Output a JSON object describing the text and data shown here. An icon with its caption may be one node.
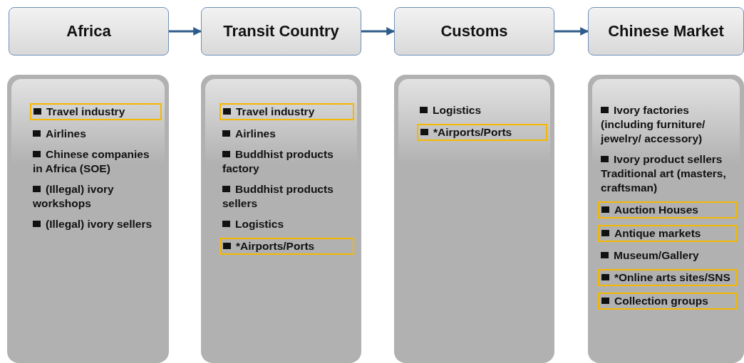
{
  "diagram": {
    "nodes": [
      {
        "text": [
          "Africa"
        ]
      },
      {
        "text": [
          "Transit Country"
        ]
      },
      {
        "text": [
          "Customs"
        ]
      },
      {
        "text": [
          "Chinese Market"
        ]
      },
      {
        "text": [
          "Airlines",
          "Chinese companies in Africa (SOE)",
          "(Illegal) ivory workshops",
          "(Illegal) ivory sellers"
        ]
      },
      {
        "text": [
          "Airlines",
          "Buddhist products factory",
          "Buddhist products sellers",
          "Logistics"
        ]
      },
      {
        "text": [
          "Logistics"
        ]
      },
      {
        "text": [
          "Ivory factories (including furniture/ jewelry/ accessory)",
          "Ivory product sellers Traditional art (masters, craftsman)",
          "Museum/Gallery"
        ]
      },
      {
        "text": [
          "Travel industry"
        ],
        "in": 4
      },
      {
        "text": [
          "Travel industry"
        ],
        "in": 5
      },
      {
        "text": [
          "*Airports/Ports"
        ],
        "in": 5
      },
      {
        "text": [
          "*Airports/Ports"
        ],
        "in": 6
      },
      {
        "text": [
          "Auction Houses"
        ],
        "in": 7
      },
      {
        "text": [
          "Antique markets"
        ],
        "in": 7
      },
      {
        "text": [
          "*Online arts sites/SNS"
        ],
        "in": 7
      },
      {
        "text": [
          "Collection groups"
        ],
        "in": 7
      }
    ],
    "edges": [
      {
        "from": 0,
        "to": 1,
        "arrow": "to"
      },
      {
        "from": 1,
        "to": 2,
        "arrow": "to"
      },
      {
        "from": 2,
        "to": 3,
        "arrow": "to"
      }
    ]
  }
}
